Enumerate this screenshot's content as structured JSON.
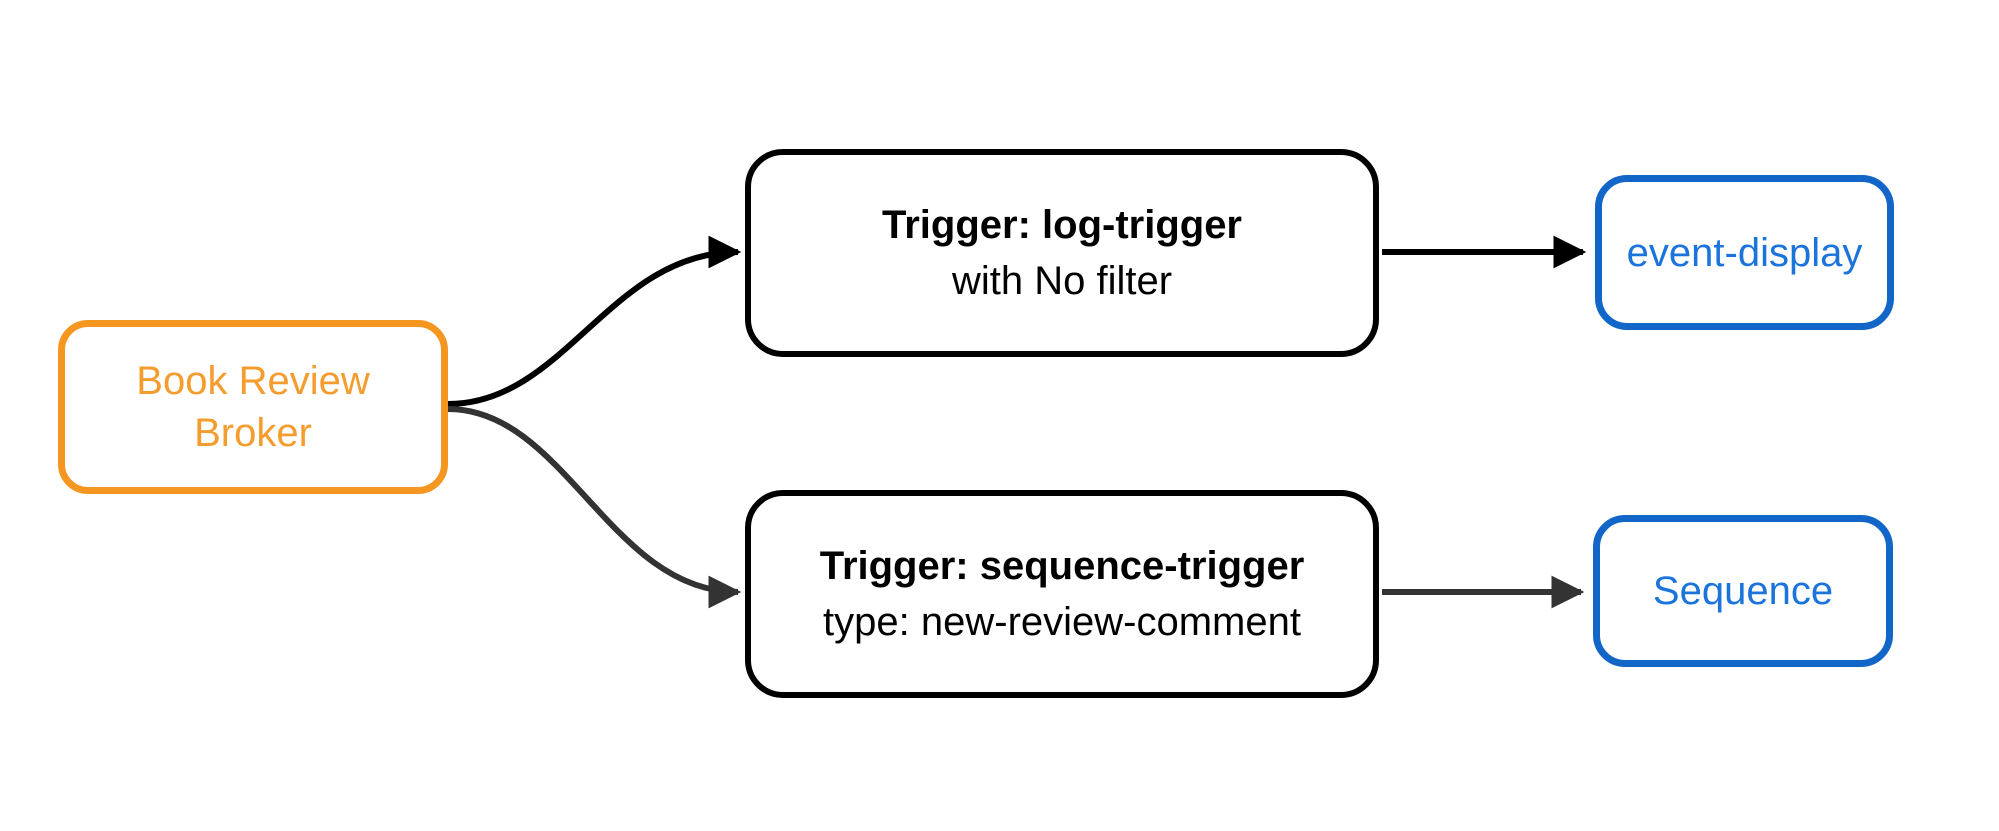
{
  "diagram": {
    "type": "flowchart-LR",
    "nodes": {
      "broker": {
        "label": "Book Review Broker"
      },
      "log_trigger": {
        "title": "Trigger: log-trigger",
        "subtitle": "with No filter"
      },
      "sequence_trigger": {
        "title": "Trigger: sequence-trigger",
        "subtitle": "type: new-review-comment"
      },
      "event_display": {
        "label": "event-display"
      },
      "sequence": {
        "label": "Sequence"
      }
    },
    "edges": [
      {
        "from": "broker",
        "to": "log_trigger",
        "color": "#000000",
        "style": "curved"
      },
      {
        "from": "broker",
        "to": "sequence_trigger",
        "color": "#333333",
        "style": "curved"
      },
      {
        "from": "log_trigger",
        "to": "event_display",
        "color": "#000000",
        "style": "straight"
      },
      {
        "from": "sequence_trigger",
        "to": "sequence",
        "color": "#333333",
        "style": "straight"
      }
    ]
  },
  "colors": {
    "background": "#ffffff",
    "broker_border": "#f49620",
    "broker_text": "#f59c2e",
    "trigger_border": "#000000",
    "trigger_text": "#000000",
    "sink_border": "#1266c8",
    "sink_text": "#1b74db",
    "edge_black": "#000000",
    "edge_gray": "#333333"
  }
}
